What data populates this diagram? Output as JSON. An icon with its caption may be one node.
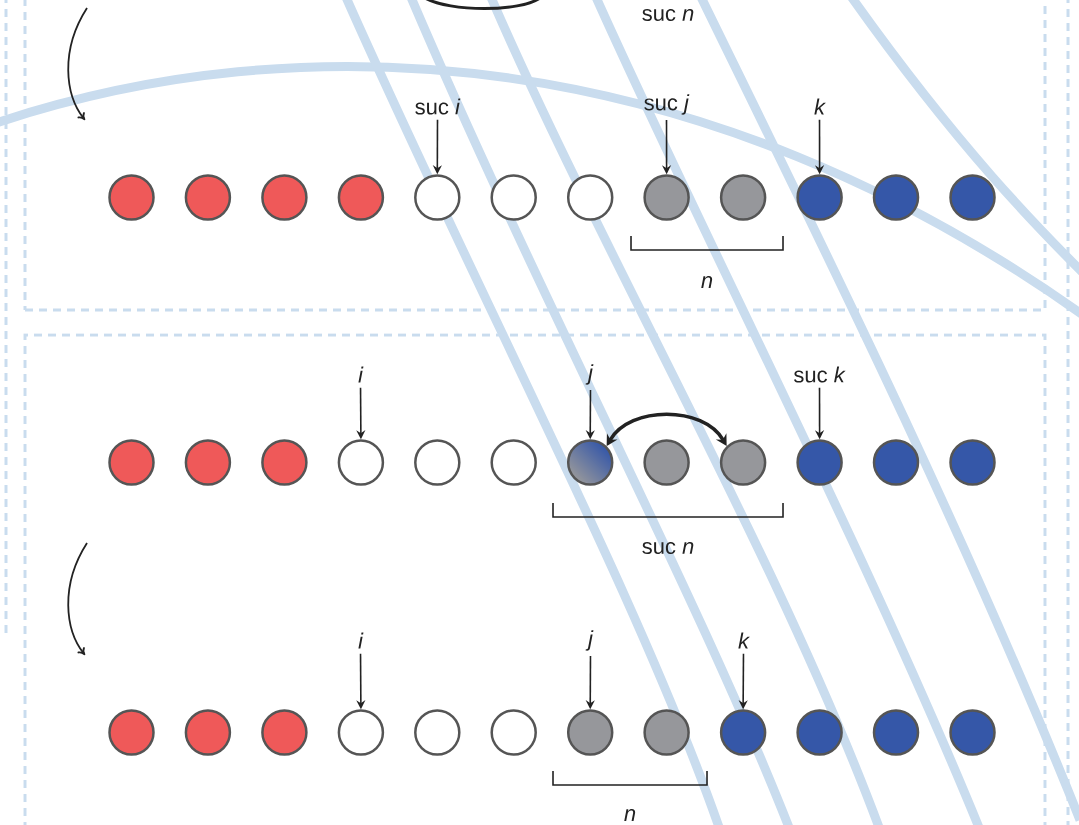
{
  "diagram": {
    "nodes": [
      {
        "text": [],
        "shape": "box"
      },
      {
        "text": [
          "suc *i*"
        ],
        "in": 0
      },
      {
        "text": [
          "suc *j*"
        ],
        "in": 0
      },
      {
        "text": [
          "k"
        ],
        "in": 0
      },
      {
        "text": [],
        "shape": "circle",
        "in": 0
      },
      {
        "text": [],
        "shape": "circle",
        "in": 0
      },
      {
        "text": [],
        "shape": "circle",
        "in": 0
      },
      {
        "text": [],
        "shape": "circle",
        "in": 0
      },
      {
        "text": [],
        "shape": "circle",
        "in": 0
      },
      {
        "text": [],
        "shape": "circle",
        "in": 0
      },
      {
        "text": [],
        "shape": "circle",
        "in": 0
      },
      {
        "text": [],
        "shape": "circle",
        "in": 0
      },
      {
        "text": [],
        "shape": "circle",
        "in": 0
      },
      {
        "text": [],
        "shape": "circle",
        "in": 0
      },
      {
        "text": [],
        "shape": "circle",
        "in": 0
      },
      {
        "text": [],
        "shape": "circle",
        "in": 0
      },
      {
        "text": [],
        "shape": "box"
      },
      {
        "text": [
          "i"
        ],
        "in": 16
      },
      {
        "text": [
          "j"
        ],
        "in": 16
      },
      {
        "text": [
          "suc *k*"
        ],
        "in": 16
      },
      {
        "text": [],
        "shape": "circle",
        "in": 16
      },
      {
        "text": [],
        "shape": "circle",
        "in": 16
      },
      {
        "text": [],
        "shape": "circle",
        "in": 16
      },
      {
        "text": [],
        "shape": "circle",
        "in": 16
      },
      {
        "text": [],
        "shape": "circle",
        "in": 16
      },
      {
        "text": [],
        "shape": "circle",
        "in": 16
      },
      {
        "text": [],
        "shape": "circle",
        "in": 16
      },
      {
        "text": [],
        "shape": "circle",
        "in": 16
      },
      {
        "text": [],
        "shape": "circle",
        "in": 16
      },
      {
        "text": [],
        "shape": "circle",
        "in": 16
      },
      {
        "text": [],
        "shape": "circle",
        "in": 16
      },
      {
        "text": [],
        "shape": "circle",
        "in": 16
      },
      {
        "text": [
          "i"
        ],
        "in": 16
      },
      {
        "text": [
          "j"
        ],
        "in": 16
      },
      {
        "text": [
          "k"
        ],
        "in": 16
      },
      {
        "text": [],
        "shape": "circle",
        "in": 16
      },
      {
        "text": [],
        "shape": "circle",
        "in": 16
      },
      {
        "text": [],
        "shape": "circle",
        "in": 16
      },
      {
        "text": [],
        "shape": "circle",
        "in": 16
      },
      {
        "text": [],
        "shape": "circle",
        "in": 16
      },
      {
        "text": [],
        "shape": "circle",
        "in": 16
      },
      {
        "text": [],
        "shape": "circle",
        "in": 16
      },
      {
        "text": [],
        "shape": "circle",
        "in": 16
      },
      {
        "text": [],
        "shape": "circle",
        "in": 16
      },
      {
        "text": [],
        "shape": "circle",
        "in": 16
      },
      {
        "text": [],
        "shape": "circle",
        "in": 16
      },
      {
        "text": [],
        "shape": "circle",
        "in": 16
      }
    ],
    "edges": [
      {
        "from": 1,
        "to": 8,
        "arrow": "to"
      },
      {
        "from": 2,
        "to": 11,
        "arrow": "to"
      },
      {
        "from": 3,
        "to": 13,
        "arrow": "to"
      },
      {
        "from": 17,
        "to": 23,
        "arrow": "to"
      },
      {
        "from": 18,
        "to": 26,
        "arrow": "to"
      },
      {
        "from": 19,
        "to": 29,
        "arrow": "to"
      },
      {
        "from": 26,
        "to": 28,
        "arrow": "both",
        "style": "thick"
      },
      {
        "from": 32,
        "to": 38,
        "arrow": "to"
      },
      {
        "from": 33,
        "to": 41,
        "arrow": "to"
      },
      {
        "from": 34,
        "to": 43,
        "arrow": "to"
      }
    ],
    "labels": [
      "suc *n*",
      "n",
      "suc *n*",
      "n"
    ]
  }
}
